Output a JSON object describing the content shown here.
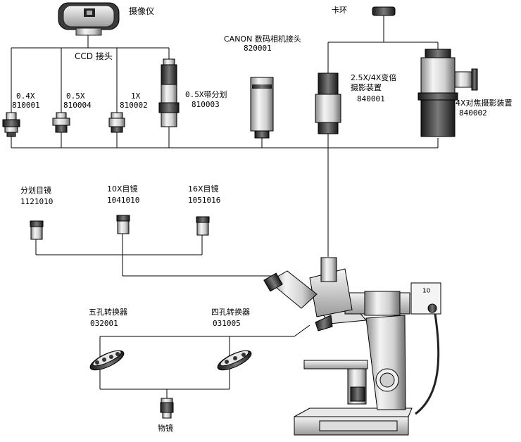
{
  "camera": {
    "name": "摄像仪"
  },
  "ccd_group": {
    "name": "CCD 接头"
  },
  "adapters": [
    {
      "ratio": "0.4X",
      "code": "810001"
    },
    {
      "ratio": "0.5X",
      "code": "810004"
    },
    {
      "ratio": "1X",
      "code": "810002"
    },
    {
      "ratio": "0.5X带分划",
      "code": "810003"
    }
  ],
  "canon": {
    "name": "CANON 数码相机接头",
    "code": "820001"
  },
  "clamp_ring": {
    "name": "卡环"
  },
  "zoom_photo": {
    "name_line1": "2.5X/4X变倍",
    "name_line2": "摄影装置",
    "code": "840001"
  },
  "focus_photo": {
    "name": "4X对焦摄影装置",
    "code": "840002"
  },
  "eyepieces": [
    {
      "name": "分划目镜",
      "code": "1121010"
    },
    {
      "name": "10X目镜",
      "code": "1041010"
    },
    {
      "name": "16X目镜",
      "code": "1051016"
    }
  ],
  "nosepiece5": {
    "name": "五孔转换器",
    "code": "032001"
  },
  "nosepiece4": {
    "name": "四孔转换器",
    "code": "031005"
  },
  "objective": {
    "name": "物镜"
  }
}
